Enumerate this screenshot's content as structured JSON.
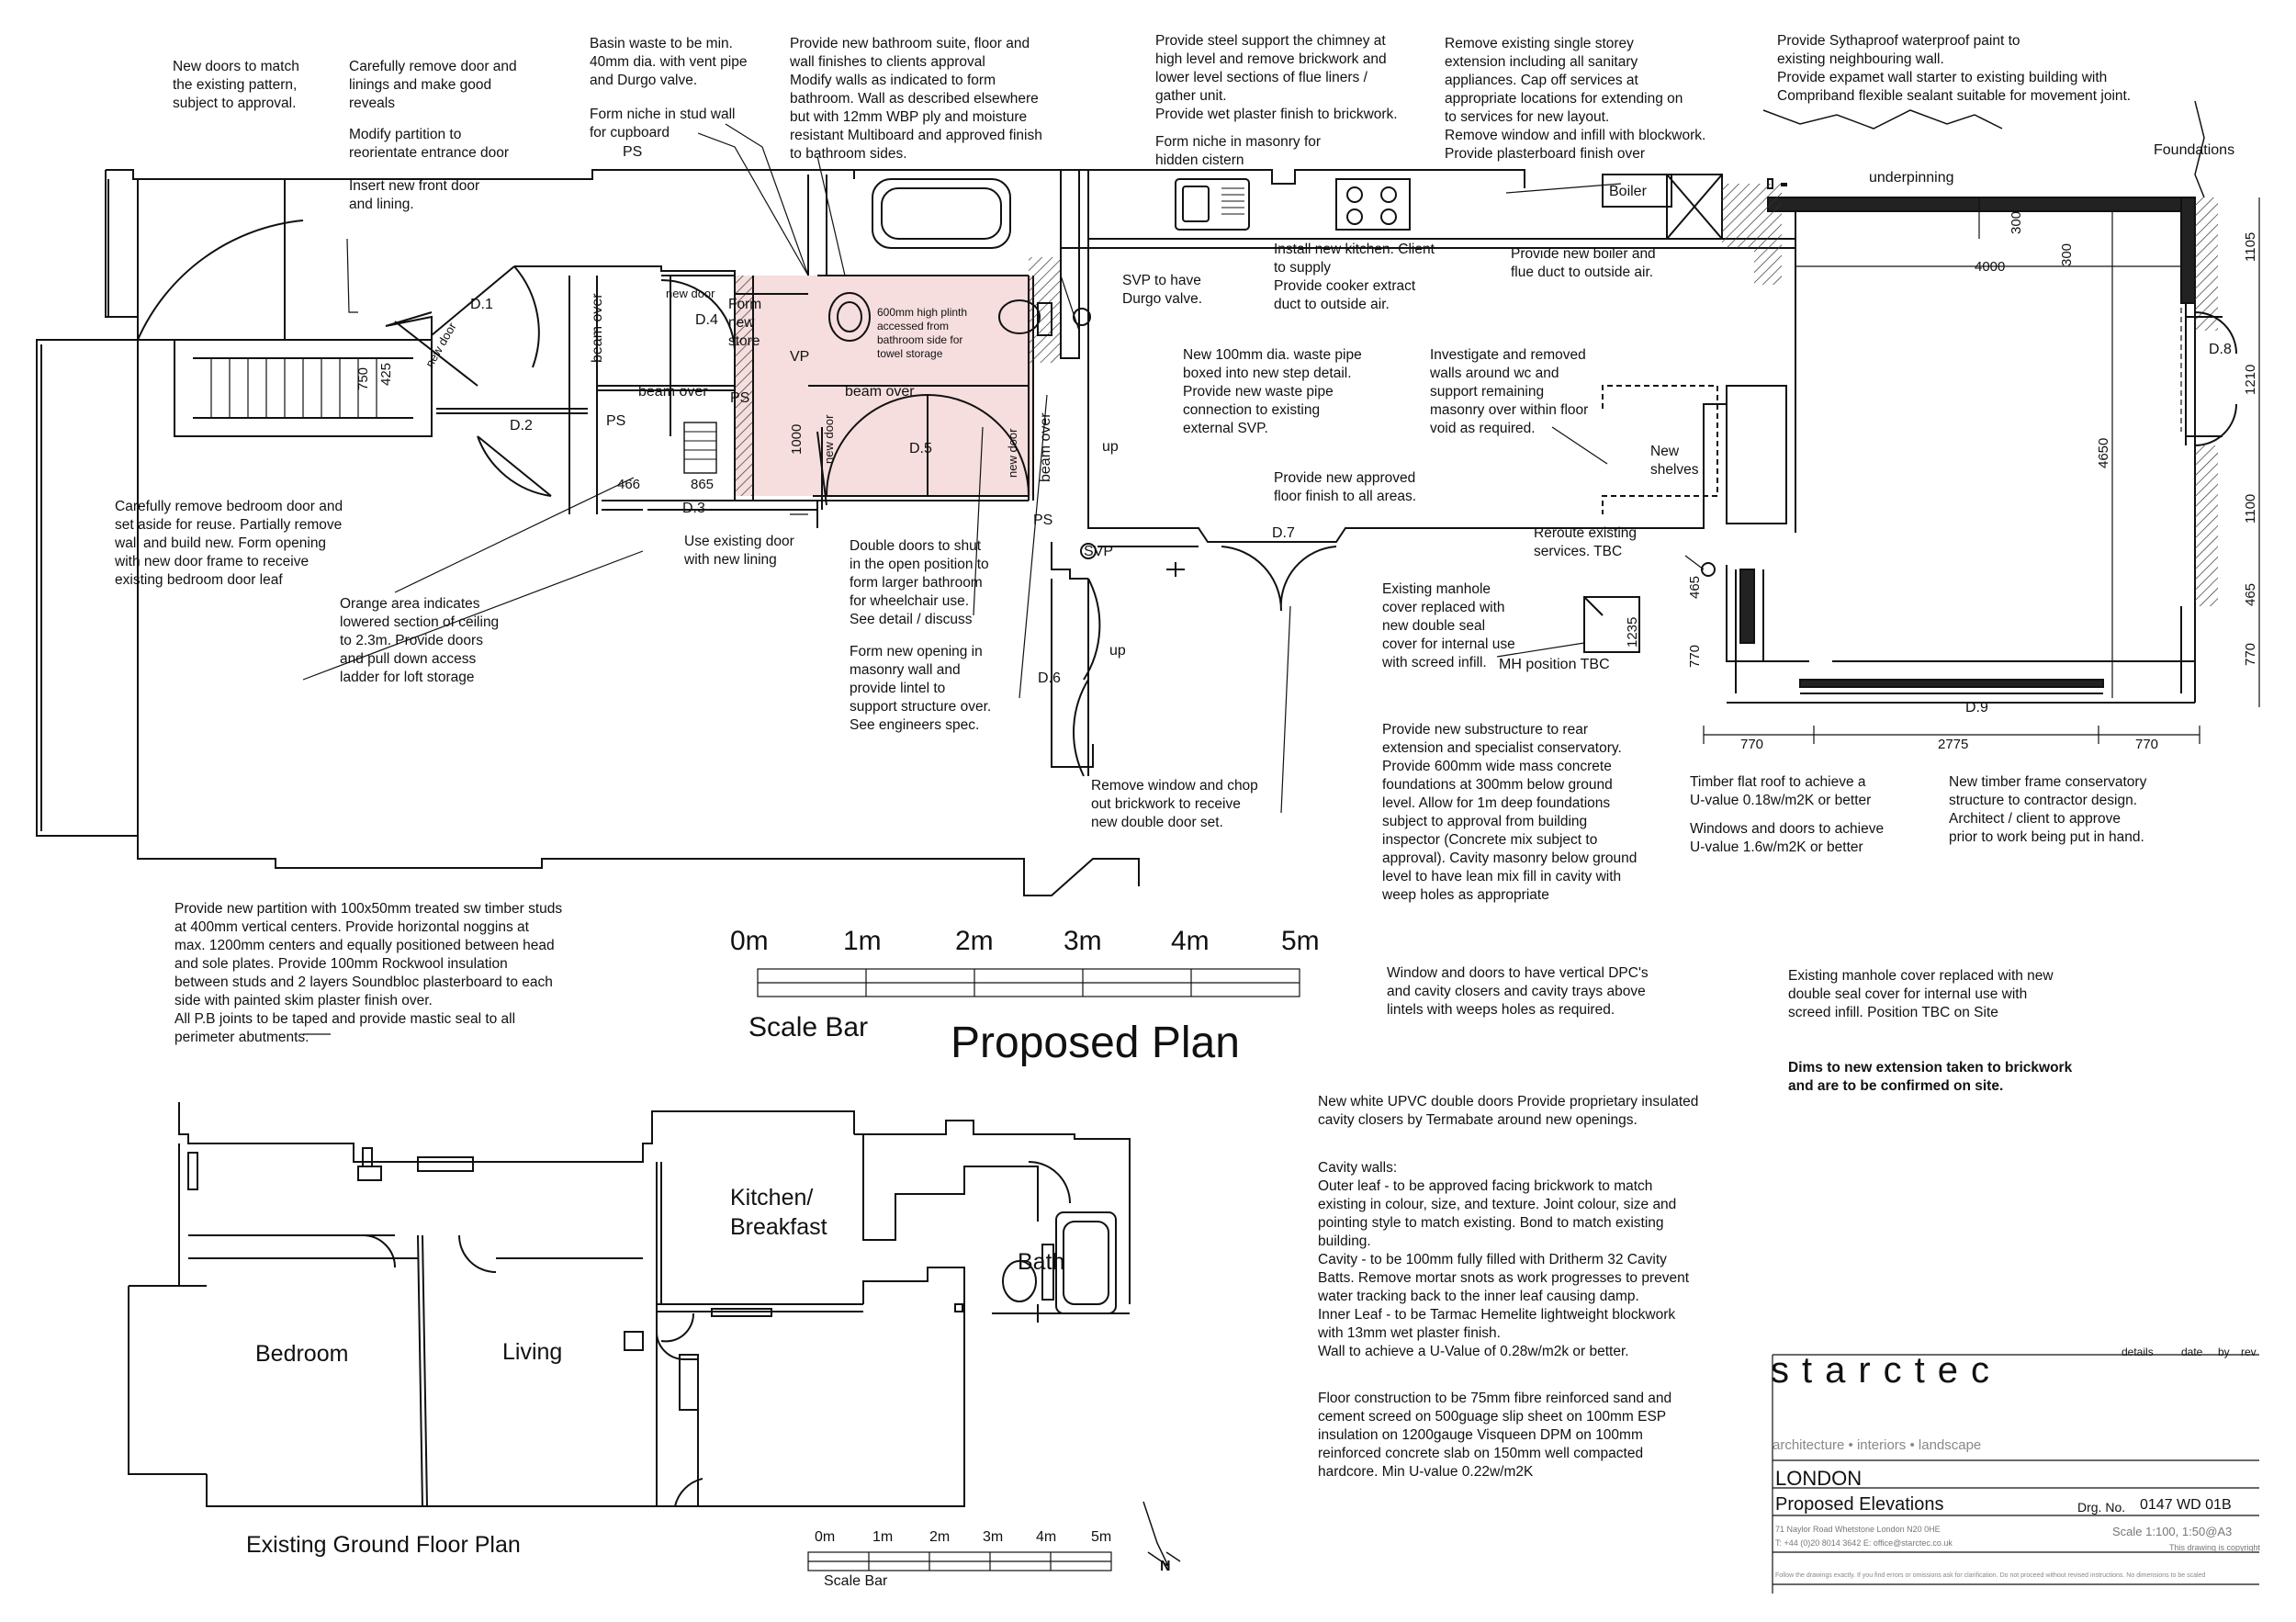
{
  "plan": {
    "title": "Proposed Plan",
    "scale_bar_label": "Scale Bar",
    "scale_ticks": [
      "0m",
      "1m",
      "2m",
      "3m",
      "4m",
      "5m"
    ]
  },
  "existing": {
    "title": "Existing Ground Floor Plan",
    "scale_bar_label": "Scale Bar",
    "scale_ticks": [
      "0m",
      "1m",
      "2m",
      "3m",
      "4m",
      "5m"
    ],
    "rooms": {
      "bedroom": "Bedroom",
      "living": "Living",
      "kitchen": "Kitchen/\nBreakfast",
      "bath": "Bath"
    },
    "north": "N"
  },
  "notes": {
    "new_doors": "New doors to match\nthe existing pattern,\nsubject to approval.",
    "remove_door": "Carefully remove door and\nlinings and make good\nreveals",
    "modify_partition": "Modify partition to\nreorientate entrance door",
    "front_door": "Insert new front door\nand lining.",
    "basin_waste": "Basin waste to be min.\n40mm dia. with vent pipe\nand Durgo valve.",
    "form_niche_stud": "Form niche in stud wall\nfor cupboard",
    "bathroom_suite": "Provide new bathroom suite, floor and\nwall finishes to clients approval\nModify walls as indicated to form\nbathroom. Wall as described elsewhere\nbut with 12mm WBP ply and moisture\nresistant Multiboard and approved finish\nto bathroom sides.",
    "steel_support": "Provide steel support the chimney at\nhigh level and remove brickwork and\nlower level sections of flue liners /\ngather unit.\nProvide wet plaster finish to brickwork.",
    "niche_masonry": "Form niche in masonry for\nhidden cistern",
    "svp_durgo": "SVP to have\nDurgo valve.",
    "remove_extension": "Remove existing single storey\nextension including all sanitary\nappliances. Cap off services at\nappropriate locations for extending on\nto services for new layout.\nRemove window and infill with blockwork.\nProvide plasterboard finish over",
    "sythaproof": "Provide Sythaproof waterproof paint to\nexisting neighbouring wall.\nProvide expamet wall starter to existing building with\nCompriband flexible sealant suitable for movement joint.",
    "new_kitchen": "Install new kitchen. Client\nto supply\nProvide cooker extract\nduct to outside air.",
    "new_boiler": "Provide new boiler and\nflue duct to outside air.",
    "waste_pipe": "New 100mm dia. waste pipe\nboxed into new step detail.\nProvide new waste pipe\nconnection to existing\nexternal SVP.",
    "investigate_walls": "Investigate and removed\nwalls around wc and\nsupport remaining\nmasonry over within floor\nvoid as required.",
    "floor_finish": "Provide new approved\nfloor finish to all areas.",
    "reroute": "Reroute existing\nservices. TBC",
    "manhole": "Existing manhole\ncover replaced with\nnew double seal\ncover for internal use\nwith screed infill.",
    "mh_position": "MH position TBC",
    "remove_bedroom_door": "Carefully remove bedroom door and\nset aside for reuse. Partially remove\nwall and build new. Form opening\nwith new door frame to receive\nexisting bedroom door leaf",
    "orange_area": "Orange area indicates\nlowered section of ceiling\nto 2.3m. Provide doors\nand pull down access\nladder for loft storage",
    "use_existing_door": "Use existing door\nwith new lining",
    "double_doors": "Double doors to shut\nin the open position to\nform larger bathroom\nfor wheelchair use.\nSee detail / discuss",
    "new_opening": "Form new opening in\nmasonry wall and\nprovide lintel to\nsupport structure over.\nSee engineers spec.",
    "remove_window": "Remove window and chop\nout brickwork to receive\nnew double door set.",
    "substructure": "Provide new substructure to rear\nextension and specialist conservatory.\nProvide 600mm wide mass concrete\nfoundations at 300mm below ground\nlevel. Allow for 1m deep foundations\nsubject to approval from building\ninspector (Concrete mix subject to\napproval). Cavity masonry below ground\nlevel to have lean mix fill in cavity with\nweep holes as appropriate",
    "timber_roof": "Timber flat roof to achieve a\nU-value 0.18w/m2K or better",
    "windows_doors": "Windows and doors to achieve\nU-value 1.6w/m2K or better",
    "conservatory": "New timber frame conservatory\nstructure to contractor design.\nArchitect / client to approve\nprior to work being put in hand.",
    "partition": "Provide new partition with 100x50mm treated sw timber studs\nat 400mm vertical centers. Provide horizontal noggins at\nmax. 1200mm centers and equally positioned between head\nand sole plates. Provide 100mm Rockwool insulation\nbetween studs and 2 layers Soundbloc plasterboard to each\nside with painted skim plaster finish over.\nAll P.B joints to be taped and provide mastic seal to all\nperimeter abutments.",
    "dpc": "Window and doors to have vertical DPC's\nand cavity closers and cavity trays above\nlintels with weeps holes as required.",
    "manhole2": "Existing manhole cover replaced with new\ndouble seal cover for internal use with\nscreed infill. Position TBC on Site",
    "dims_note": "Dims to new extension taken to brickwork\nand are to be confirmed on site.",
    "upvc": "New white UPVC double doors Provide proprietary insulated\ncavity closers by Termabate around new openings.",
    "cavity_walls": "Cavity walls:\nOuter leaf - to be approved facing brickwork to match\nexisting in colour, size, and texture. Joint colour, size and\npointing style to match existing. Bond to match existing\nbuilding.\nCavity - to be 100mm fully filled with Dritherm 32 Cavity\nBatts. Remove mortar snots as work progresses to prevent\nwater tracking back to the inner leaf causing damp.\nInner Leaf - to be Tarmac Hemelite lightweight blockwork\nwith 13mm wet plaster finish.\nWall to achieve a U-Value of 0.28w/m2k or better.",
    "floor_construction": "Floor construction to be 75mm fibre reinforced sand and\ncement screed on 500guage slip sheet on 100mm ESP\ninsulation on 1200gauge Visqueen DPM on 100mm\nreinforced concrete slab on 150mm well compacted\nhardcore. Min U-value 0.22w/m2K"
  },
  "labels": {
    "d1": "D.1",
    "d2": "D.2",
    "d3": "D.3",
    "d4": "D.4",
    "d5": "D.5",
    "d6": "D.6",
    "d7": "D.7",
    "d8": "D.8",
    "d9": "D.9",
    "ps": "PS",
    "vp": "VP",
    "svp": "SVP",
    "up": "up",
    "beam_over": "beam over",
    "new_door": "new door",
    "form_new_store": "Form\nnew\nstore",
    "plinth": "600mm high plinth\naccessed from\nbathroom side for\ntowel storage",
    "boiler": "Boiler",
    "new_shelves": "New\nshelves",
    "foundations": "Foundations",
    "underpinning": "underpinning",
    "dim_750": "750",
    "dim_425": "425",
    "dim_466": "466",
    "dim_865": "865",
    "dim_1000": "1000",
    "dim_300a": "300",
    "dim_300b": "300",
    "dim_4000": "4000",
    "dim_4650": "4650",
    "dim_1105": "1105",
    "dim_1210": "1210",
    "dim_1100": "1100",
    "dim_465a": "465",
    "dim_770a": "770",
    "dim_465b": "465",
    "dim_770b": "770",
    "dim_1235": "1235",
    "dim_770c": "770",
    "dim_2775": "2775",
    "dim_770d": "770"
  },
  "title_block": {
    "headers": [
      "details",
      "date",
      "by",
      "rev"
    ],
    "company": "starctec",
    "tagline": "architecture • interiors • landscape",
    "location": "LONDON",
    "drawing_title": "Proposed Elevations",
    "drg_label": "Drg. No.",
    "drg_no": "0147 WD 01B",
    "address": "71 Naylor Road  Whetstone  London  N20 0HE",
    "contact": "T: +44 (0)20 8014 3642    E: office@starctec.co.uk",
    "scale": "Scale 1:100, 1:50@A3",
    "copyright": "This drawing is copyright",
    "disclaimer": "Follow the drawings exactly.  If you find errors or omissions ask for clarification.  Do not proceed without revised instructions.  No dimensions to be scaled"
  }
}
